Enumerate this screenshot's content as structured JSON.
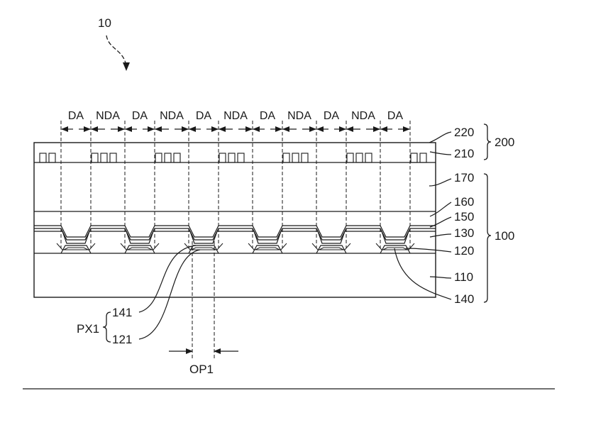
{
  "figure": {
    "ref_main": "10",
    "zone_labels": [
      "DA",
      "NDA",
      "DA",
      "NDA",
      "DA",
      "NDA",
      "DA",
      "NDA",
      "DA",
      "NDA",
      "DA"
    ],
    "layers": {
      "l220": "220",
      "l210": "210",
      "l200": "200",
      "l170": "170",
      "l160": "160",
      "l150": "150",
      "l130": "130",
      "l120": "120",
      "l100": "100",
      "l110": "110",
      "l140": "140"
    },
    "px": {
      "group": "PX1",
      "l141": "141",
      "l121": "121"
    },
    "opening": "OP1"
  }
}
